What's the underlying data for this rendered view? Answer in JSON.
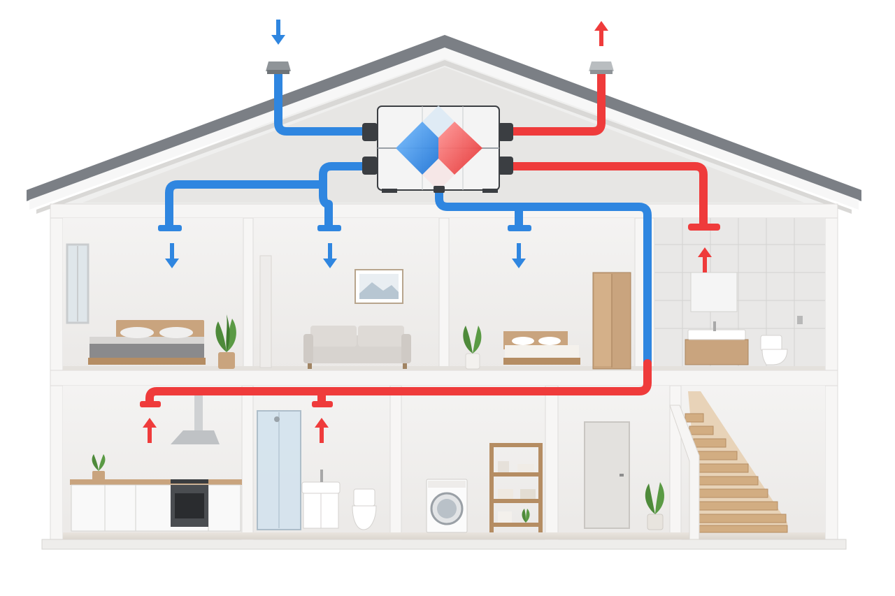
{
  "diagram": {
    "subject": "house-cross-section-with-heat-recovery-ventilation",
    "colors": {
      "fresh_air": "#2f86e0",
      "exhaust_air": "#ef3b3b",
      "wall": "#f3f2f1",
      "roof": "#7b7f85",
      "floor_wood": "#d7b48e"
    },
    "unit": {
      "name": "heat-recovery-ventilation-unit",
      "icon": "hrv-unit-icon"
    },
    "rooms_upper": [
      {
        "id": "bedroom",
        "airflow": "supply"
      },
      {
        "id": "living-room",
        "airflow": "supply"
      },
      {
        "id": "guest-bedroom",
        "airflow": "supply"
      },
      {
        "id": "bathroom",
        "airflow": "extract"
      }
    ],
    "rooms_lower": [
      {
        "id": "kitchen",
        "airflow": "extract"
      },
      {
        "id": "shower-room",
        "airflow": "extract"
      },
      {
        "id": "laundry",
        "airflow": "none"
      },
      {
        "id": "hallway",
        "airflow": "none"
      },
      {
        "id": "staircase",
        "airflow": "none"
      }
    ],
    "arrows": [
      {
        "name": "outdoor-intake-arrow-icon",
        "direction": "down",
        "flow": "fresh"
      },
      {
        "name": "outdoor-exhaust-arrow-icon",
        "direction": "up",
        "flow": "exhaust"
      },
      {
        "name": "bedroom-supply-arrow-icon",
        "direction": "down",
        "flow": "fresh"
      },
      {
        "name": "living-supply-arrow-icon",
        "direction": "down",
        "flow": "fresh"
      },
      {
        "name": "guest-supply-arrow-icon",
        "direction": "down",
        "flow": "fresh"
      },
      {
        "name": "bathroom-extract-arrow-icon",
        "direction": "up",
        "flow": "exhaust"
      },
      {
        "name": "kitchen-extract-arrow-icon",
        "direction": "up",
        "flow": "exhaust"
      },
      {
        "name": "shower-extract-arrow-icon",
        "direction": "up",
        "flow": "exhaust"
      }
    ]
  }
}
